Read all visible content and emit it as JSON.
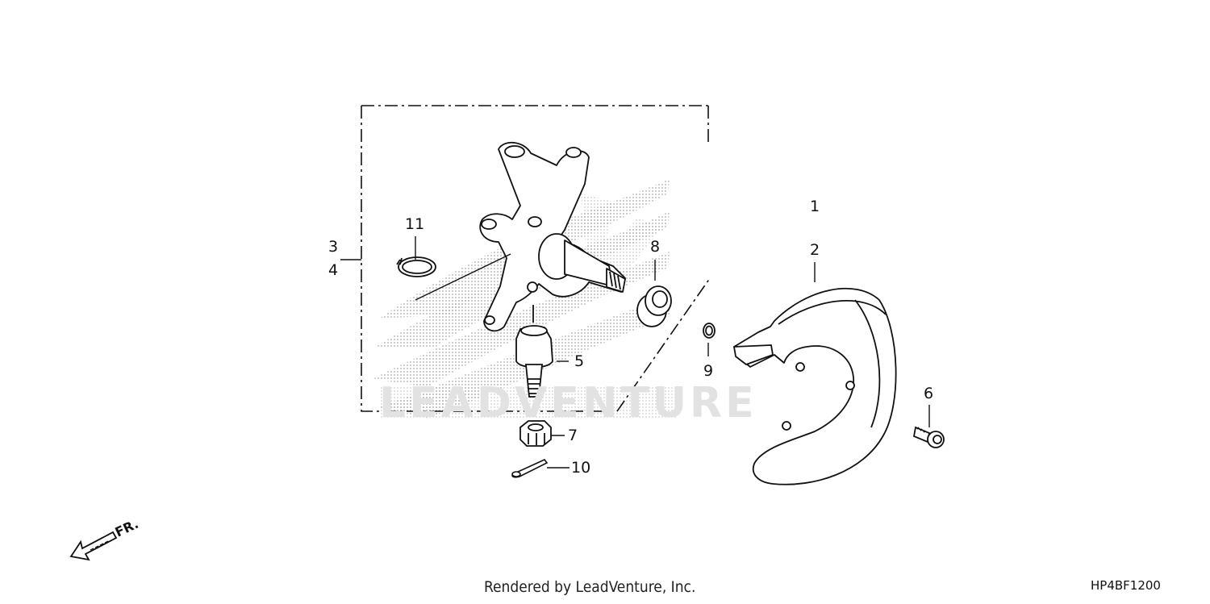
{
  "diagram": {
    "callouts": {
      "c1": "1",
      "c2": "2",
      "c3": "3",
      "c4": "4",
      "c5": "5",
      "c6": "6",
      "c7": "7",
      "c8": "8",
      "c9": "9",
      "c10": "10",
      "c11": "11"
    },
    "direction_label": "FR.",
    "watermark_text": "LEADVENTURE"
  },
  "footer": {
    "credit": "Rendered by LeadVenture, Inc.",
    "code": "HP4BF1200"
  },
  "colors": {
    "line": "#111111",
    "watermark": "#e2e2e2",
    "dots": "#9a9a9a"
  }
}
